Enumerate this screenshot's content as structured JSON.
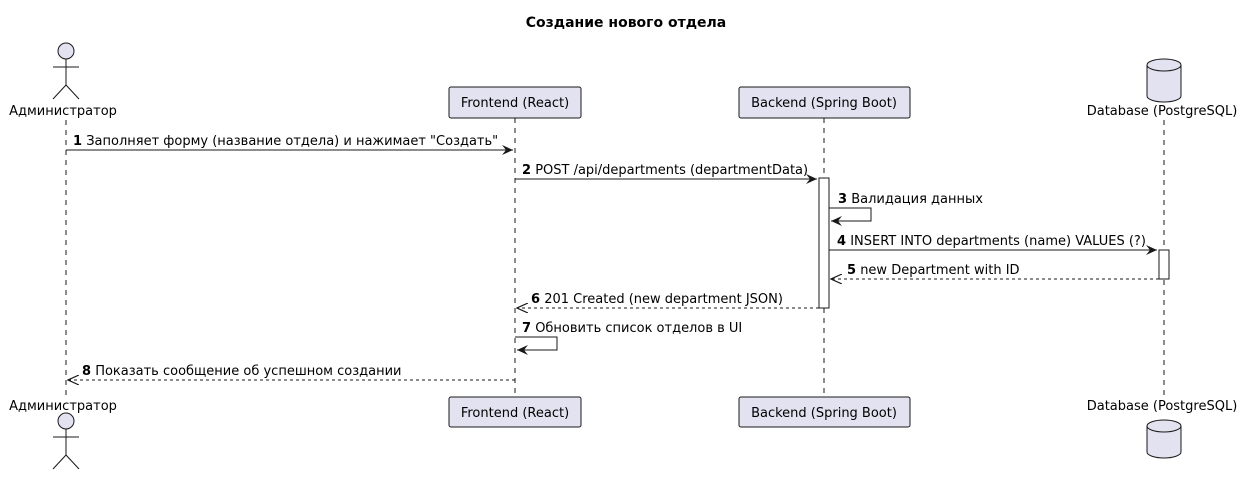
{
  "title": "Создание нового отдела",
  "colors": {
    "participant_fill": "#E2E2F0",
    "participant_stroke": "#181818",
    "lifeline": "#181818",
    "arrow": "#181818"
  },
  "participants": {
    "admin": {
      "name": "Администратор",
      "icon": "actor-icon"
    },
    "frontend": {
      "name": "Frontend (React)"
    },
    "backend": {
      "name": "Backend (Spring Boot)"
    },
    "database": {
      "name": "Database (PostgreSQL)",
      "icon": "database-icon"
    }
  },
  "messages": [
    {
      "num": "1",
      "text": "Заполняет форму (название отдела) и нажимает \"Создать\"",
      "from": "admin",
      "to": "frontend",
      "style": "solid"
    },
    {
      "num": "2",
      "text": "POST /api/departments (departmentData)",
      "from": "frontend",
      "to": "backend",
      "style": "solid"
    },
    {
      "num": "3",
      "text": "Валидация данных",
      "from": "backend",
      "to": "backend",
      "style": "solid"
    },
    {
      "num": "4",
      "text": "INSERT INTO departments (name) VALUES (?)",
      "from": "backend",
      "to": "database",
      "style": "solid"
    },
    {
      "num": "5",
      "text": "new Department with ID",
      "from": "database",
      "to": "backend",
      "style": "dashed"
    },
    {
      "num": "6",
      "text": "201 Created (new department JSON)",
      "from": "backend",
      "to": "frontend",
      "style": "dashed"
    },
    {
      "num": "7",
      "text": "Обновить список отделов в UI",
      "from": "frontend",
      "to": "frontend",
      "style": "solid"
    },
    {
      "num": "8",
      "text": "Показать сообщение об успешном создании",
      "from": "frontend",
      "to": "admin",
      "style": "dashed"
    }
  ]
}
